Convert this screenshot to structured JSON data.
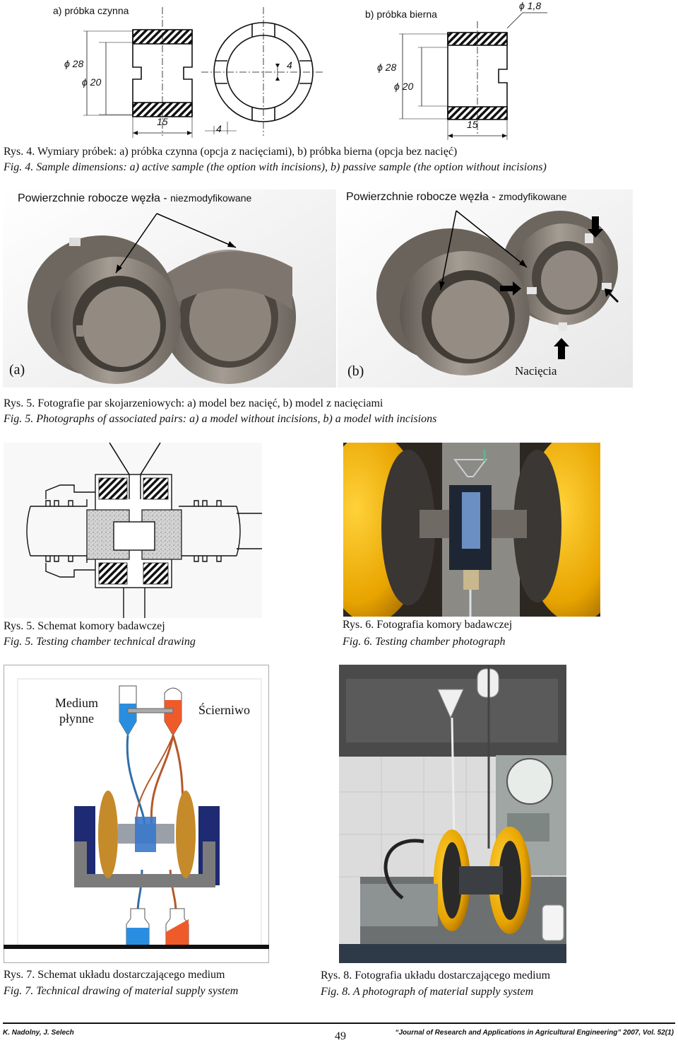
{
  "fig4": {
    "label_a": "a)   próbka czynna",
    "label_b": "b)   próbka bierna",
    "dim_phi18": "ϕ 1,8",
    "dim_a_phi28": "ϕ 28",
    "dim_a_phi20": "ϕ 20",
    "dim_a_15": "15",
    "dim_a_4h": "4",
    "dim_a_4v": "4",
    "dim_b_phi28": "ϕ 28",
    "dim_b_phi20": "ϕ 20",
    "dim_b_15": "15",
    "caption_pl": "Rys. 4. Wymiary próbek: a) próbka czynna (opcja z nacięciami), b) próbka bierna (opcja bez nacięć)",
    "caption_en": "Fig. 4. Sample dimensions: a) active sample (the option with incisions), b) passive sample (the option without incisions)"
  },
  "fig5": {
    "photo_a_title_main": "Powierzchnie robocze węzła - ",
    "photo_a_title_small": "niezmodyfikowane",
    "photo_b_title_main": "Powierzchnie robocze węzła - ",
    "photo_b_title_small": "zmodyfikowane",
    "photo_a_label": "(a)",
    "photo_b_label": "(b)",
    "notch_label": "Nacięcia",
    "caption_pl": "Rys. 5. Fotografie par skojarzeniowych: a) model bez nacięć, b) model z nacięciami",
    "caption_en": "Fig. 5. Photographs of associated pairs: a) a model without incisions, b) a model with incisions"
  },
  "chamber": {
    "left_caption_pl": "Rys. 5. Schemat komory badawczej",
    "left_caption_en": "Fig. 5. Testing chamber technical drawing",
    "right_caption_pl": "Rys. 6. Fotografia komory badawczej",
    "right_caption_en": "Fig. 6. Testing chamber photograph"
  },
  "supply": {
    "medium_label_1": "Medium",
    "medium_label_2": "płynne",
    "abrasive_label": "Ścierniwo",
    "left_caption_pl": "Rys. 7. Schemat układu dostarczającego medium",
    "left_caption_en": "Fig. 7. Technical drawing of material supply system",
    "right_caption_pl": "Rys. 8. Fotografia układu dostarczającego medium",
    "right_caption_en": "Fig. 8. A photograph of material  supply system"
  },
  "footer": {
    "authors": "K. Nadolny, J. Selech",
    "page": "49",
    "journal": "Journal of Research and Applications in Agricultural Engineering",
    "journal_suffix": " 2007, Vol. 52(1)"
  }
}
